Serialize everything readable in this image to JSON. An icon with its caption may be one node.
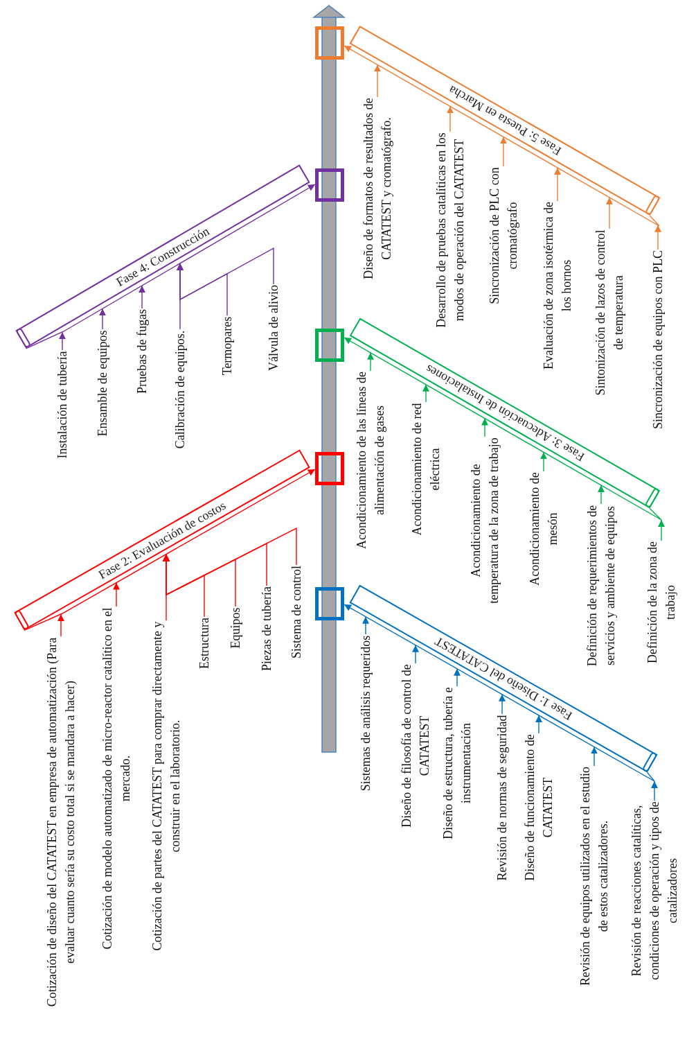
{
  "diagram": {
    "nodes": [
      {
        "text": [],
        "shape": "box"
      },
      {
        "text": [
          "Fase 1: Diseño del CATATEST"
        ]
      },
      {
        "text": [
          "Sistemas de análisis requeridos"
        ]
      },
      {
        "text": [
          "Diseño de filosofía de control de CATATEST"
        ]
      },
      {
        "text": [
          "Diseño de estructura, tubería e instrumentación"
        ]
      },
      {
        "text": [
          "Revisión de normas de seguridad"
        ]
      },
      {
        "text": [
          "Diseño de funcionamiento de CATATEST"
        ]
      },
      {
        "text": [
          "Revisión de equipos utilizados en el estudio de estos catalizadores."
        ]
      },
      {
        "text": [
          "Revisión de reacciones catalíticas, condiciones de operación y tipos de catalizadores"
        ]
      },
      {
        "text": [],
        "shape": "box"
      },
      {
        "text": [
          "Fase 2: Evaluación de costos"
        ]
      },
      {
        "text": [
          "Cotización de diseño del CATATEST en empresa de automatización (Para evaluar cuanto sería su costo total si se mandara a hacer)"
        ]
      },
      {
        "text": [
          "Cotización de modelo automatizado de micro-reactor catalítico en el mercado."
        ]
      },
      {
        "text": [
          "Cotización de partes del CATATEST para comprar directamente y construir en el laboratorio."
        ]
      },
      {
        "text": [
          "Estructura"
        ]
      },
      {
        "text": [
          "Equipos"
        ]
      },
      {
        "text": [
          "Piezas de tubería"
        ]
      },
      {
        "text": [
          "Sistema de control"
        ]
      },
      {
        "text": [],
        "shape": "box"
      },
      {
        "text": [
          "Fase 3: Adecuación de Instalaciones"
        ]
      },
      {
        "text": [
          "Acondicionamiento de las líneas de alimentación de gases"
        ]
      },
      {
        "text": [
          "Acondicionamiento de red eléctrica"
        ]
      },
      {
        "text": [
          "Acondicionamiento de temperatura de la zona de trabajo"
        ]
      },
      {
        "text": [
          "Acondicionamiento de mesón"
        ]
      },
      {
        "text": [
          "Definición de requerimientos de servicios y ambiente de equipos"
        ]
      },
      {
        "text": [
          "Definición de la zona de trabajo"
        ]
      },
      {
        "text": [],
        "shape": "box"
      },
      {
        "text": [
          "Fase 4: Construcción"
        ]
      },
      {
        "text": [
          "Instalación de tubería"
        ]
      },
      {
        "text": [
          "Ensamble de equipos"
        ]
      },
      {
        "text": [
          "Pruebas de fugas"
        ]
      },
      {
        "text": [
          "Calibración de equipos."
        ]
      },
      {
        "text": [
          "Termopares"
        ]
      },
      {
        "text": [
          "Válvula de alivio"
        ]
      },
      {
        "text": [],
        "shape": "box"
      },
      {
        "text": [
          "Fase 5: Puesta en Marcha"
        ]
      },
      {
        "text": [
          "Diseño de formatos de resultados de CATATEST y cromatógrafo."
        ]
      },
      {
        "text": [
          "Desarrollo de pruebas catalíticas en los modos de operación del CATATEST"
        ]
      },
      {
        "text": [
          "Sincronización de PLC con cromatógrafo"
        ]
      },
      {
        "text": [
          "Evaluación de zona isotérmica de los hornos"
        ]
      },
      {
        "text": [
          "Sintonización de lazos de control de temperatura"
        ]
      },
      {
        "text": [
          "Sincronización de equipos con PLC"
        ]
      }
    ],
    "edges": [
      {
        "from": 1,
        "to": 34,
        "arrow": "to",
        "color": "#0070c0"
      },
      {
        "from": 2,
        "to": 1,
        "arrow": "to",
        "color": "#0070c0"
      },
      {
        "from": 3,
        "to": 1,
        "arrow": "to",
        "color": "#0070c0"
      },
      {
        "from": 4,
        "to": 1,
        "arrow": "to",
        "color": "#0070c0"
      },
      {
        "from": 5,
        "to": 1,
        "arrow": "to",
        "color": "#0070c0"
      },
      {
        "from": 6,
        "to": 1,
        "arrow": "to",
        "color": "#0070c0"
      },
      {
        "from": 7,
        "to": 1,
        "arrow": "to",
        "color": "#0070c0"
      },
      {
        "from": 8,
        "to": 1,
        "arrow": "to",
        "color": "#0070c0"
      },
      {
        "from": 10,
        "to": 26,
        "arrow": "to",
        "color": "#ff0000"
      },
      {
        "from": 11,
        "to": 10,
        "arrow": "to",
        "color": "#ff0000"
      },
      {
        "from": 12,
        "to": 10,
        "arrow": "to",
        "color": "#ff0000"
      },
      {
        "from": 13,
        "to": 10,
        "arrow": "to",
        "color": "#ff0000"
      },
      {
        "from": 14,
        "to": 10,
        "arrow": "to",
        "color": "#ff0000"
      },
      {
        "from": 15,
        "to": 10,
        "arrow": "to",
        "color": "#ff0000"
      },
      {
        "from": 16,
        "to": 10,
        "arrow": "to",
        "color": "#ff0000"
      },
      {
        "from": 17,
        "to": 10,
        "arrow": "to",
        "color": "#ff0000"
      },
      {
        "from": 19,
        "to": 18,
        "arrow": "to",
        "color": "#00b050"
      },
      {
        "from": 20,
        "to": 19,
        "arrow": "to",
        "color": "#00b050"
      },
      {
        "from": 21,
        "to": 19,
        "arrow": "to",
        "color": "#00b050"
      },
      {
        "from": 22,
        "to": 19,
        "arrow": "to",
        "color": "#00b050"
      },
      {
        "from": 23,
        "to": 19,
        "arrow": "to",
        "color": "#00b050"
      },
      {
        "from": 24,
        "to": 19,
        "arrow": "to",
        "color": "#00b050"
      },
      {
        "from": 25,
        "to": 19,
        "arrow": "to",
        "color": "#00b050"
      },
      {
        "from": 27,
        "to": 9,
        "arrow": "to",
        "color": "#7030a0"
      },
      {
        "from": 28,
        "to": 27,
        "arrow": "to",
        "color": "#7030a0"
      },
      {
        "from": 29,
        "to": 27,
        "arrow": "to",
        "color": "#7030a0"
      },
      {
        "from": 30,
        "to": 27,
        "arrow": "to",
        "color": "#7030a0"
      },
      {
        "from": 31,
        "to": 27,
        "arrow": "to",
        "color": "#7030a0"
      },
      {
        "from": 32,
        "to": 27,
        "arrow": "to",
        "color": "#7030a0"
      },
      {
        "from": 33,
        "to": 27,
        "arrow": "to",
        "color": "#7030a0"
      },
      {
        "from": 35,
        "to": 0,
        "arrow": "to",
        "color": "#ed7d31"
      },
      {
        "from": 36,
        "to": 35,
        "arrow": "to",
        "color": "#ed7d31"
      },
      {
        "from": 37,
        "to": 35,
        "arrow": "to",
        "color": "#ed7d31"
      },
      {
        "from": 38,
        "to": 35,
        "arrow": "to",
        "color": "#ed7d31"
      },
      {
        "from": 39,
        "to": 35,
        "arrow": "to",
        "color": "#ed7d31"
      },
      {
        "from": 40,
        "to": 35,
        "arrow": "to",
        "color": "#ed7d31"
      },
      {
        "from": 41,
        "to": 35,
        "arrow": "to",
        "color": "#ed7d31"
      }
    ]
  }
}
